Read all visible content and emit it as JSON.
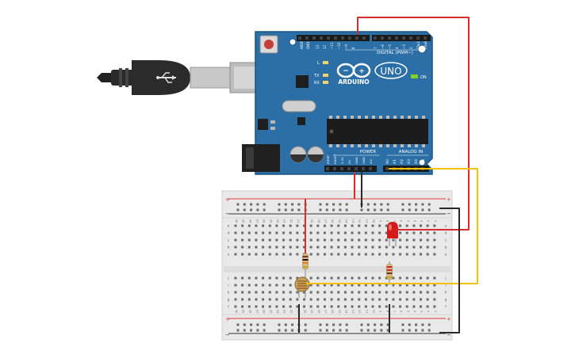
{
  "arduino": {
    "brand": "ARDUINO",
    "model": "UNO",
    "digital_label": "DIGITAL (PWM~)",
    "analog_label": "ANALOG IN",
    "power_label": "POWER",
    "on_label": "ON",
    "led_l": "L",
    "led_tx": "TX",
    "led_rx": "RX",
    "aref": "AREF",
    "gnd": "GND",
    "digital_pins": [
      "13",
      "12",
      "~11",
      "~10",
      "~9",
      "8",
      "7",
      "~6",
      "~5",
      "4",
      "~3",
      "2",
      "TX▸1",
      "RX◂0"
    ],
    "power_pins": [
      "IOREF",
      "RESET",
      "3.3V",
      "5V",
      "GND",
      "GND",
      "Vin"
    ],
    "analog_pins": [
      "A0",
      "A1",
      "A2",
      "A3",
      "A4",
      "A5"
    ]
  },
  "breadboard": {
    "row_numbers": [
      "1",
      "2",
      "3",
      "4",
      "5",
      "6",
      "7",
      "8",
      "9",
      "10",
      "11",
      "12",
      "13",
      "14",
      "15",
      "16",
      "17",
      "18",
      "19",
      "20",
      "21",
      "22",
      "23",
      "24",
      "25",
      "26",
      "27",
      "28",
      "29",
      "30"
    ],
    "top_letters": [
      "a",
      "b",
      "c",
      "d",
      "e"
    ],
    "bottom_letters": [
      "f",
      "g",
      "h",
      "i",
      "j"
    ],
    "plus": "+",
    "minus": "−"
  },
  "colors": {
    "board": "#2b6fa6",
    "board_edge": "#1d5480",
    "wire_red": "#d42f2f",
    "wire_black": "#2a2a2a",
    "wire_yellow": "#f4c20d",
    "led": "#d31b1b",
    "rail_red": "#d93a3a",
    "rail_black": "#333333",
    "breadboard": "#e9e9e9"
  }
}
